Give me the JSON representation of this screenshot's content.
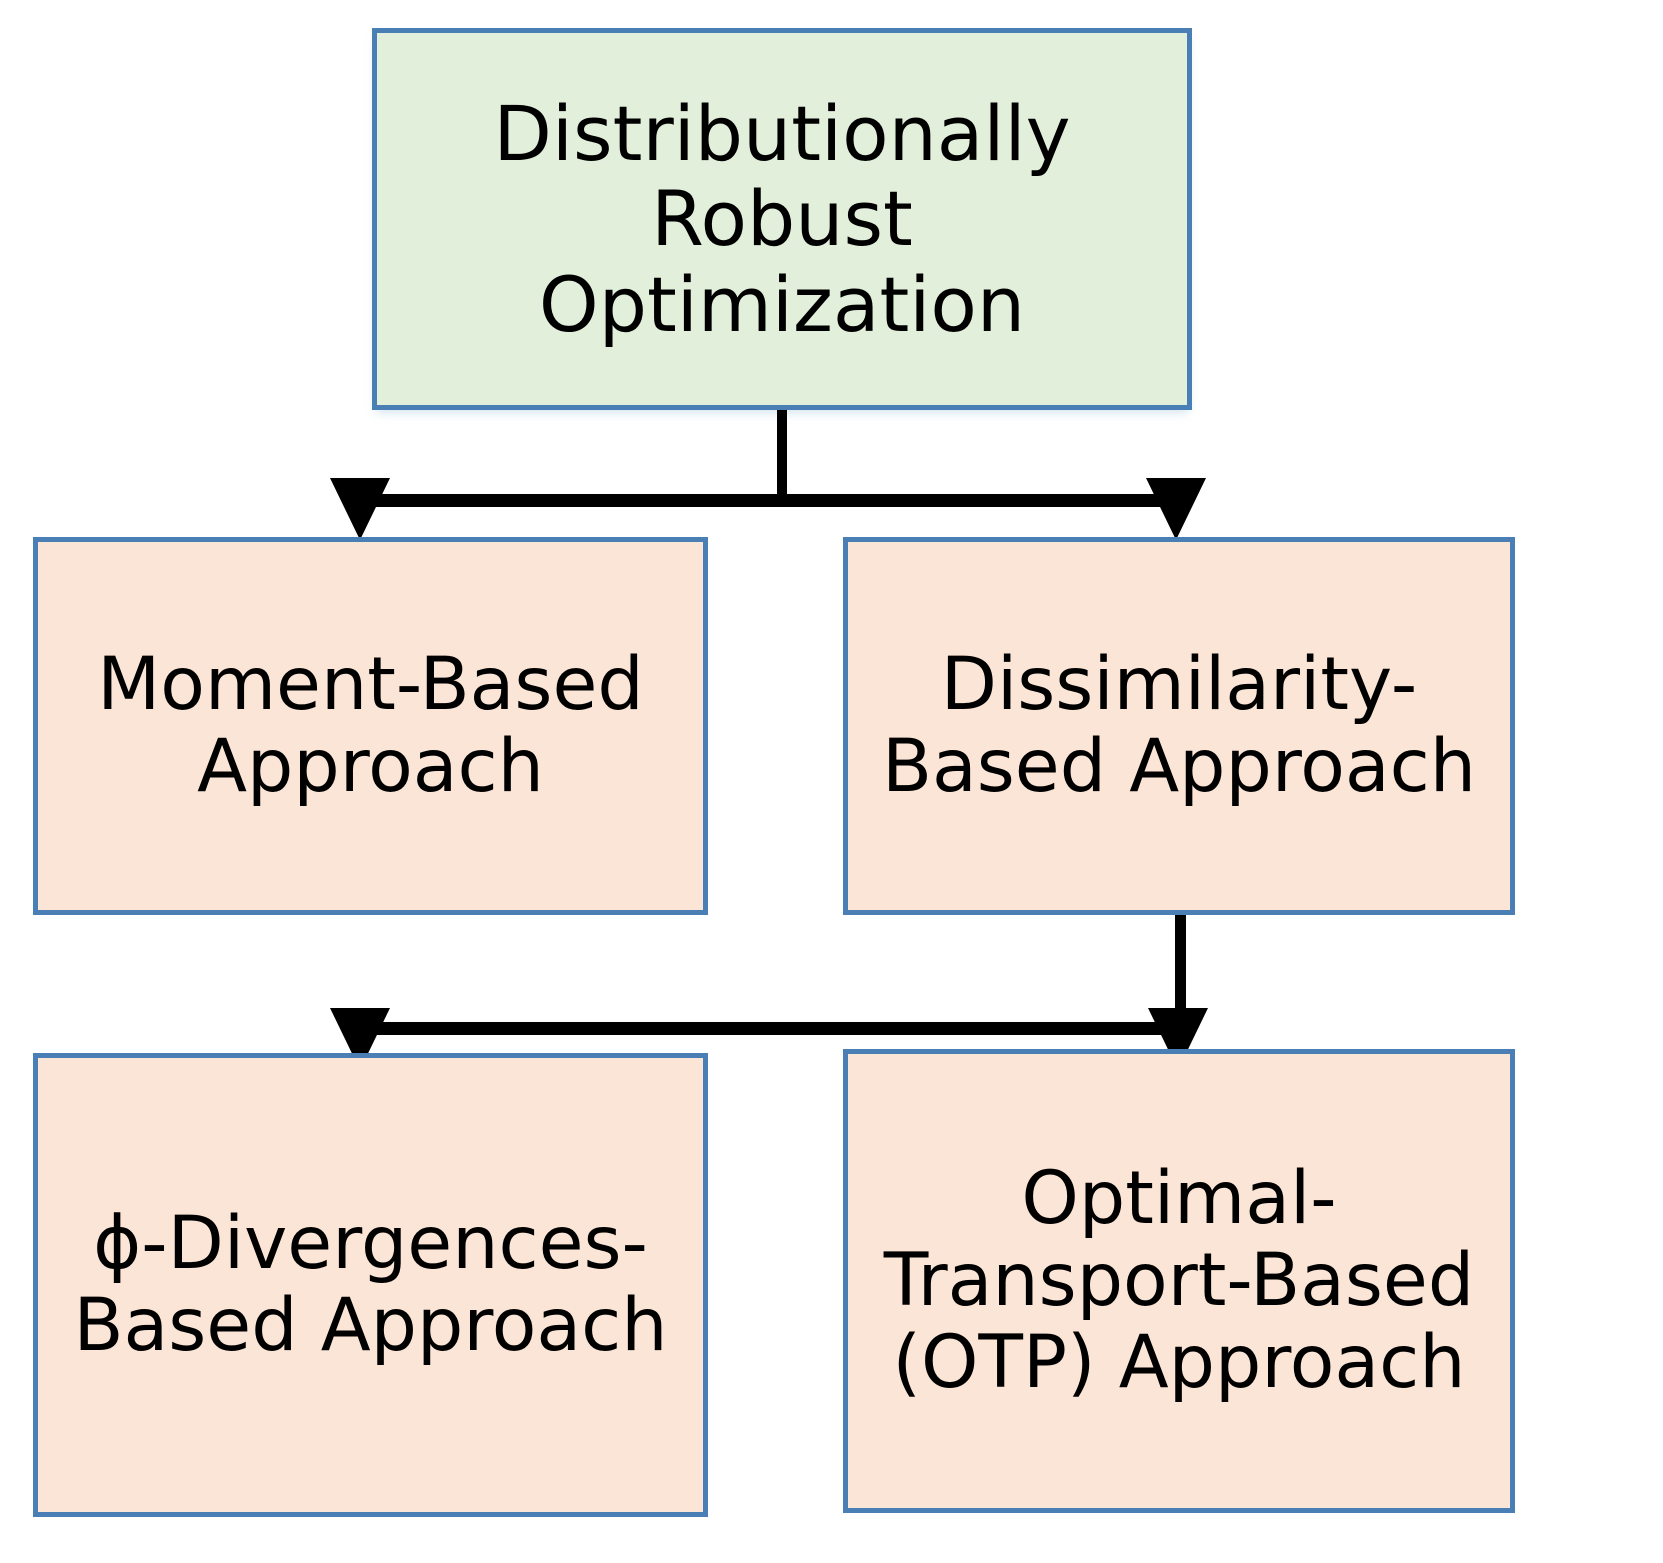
{
  "diagram": {
    "type": "hierarchy-tree",
    "title": "Distributionally Robust Optimization taxonomy",
    "colors": {
      "root_fill": "#e2efda",
      "node_fill": "#fbe5d6",
      "border": "#4a7fb5",
      "connector": "#000000",
      "text": "#000000",
      "background": "#ffffff"
    },
    "nodes": {
      "root": {
        "label": "Distributionally\nRobust\nOptimization",
        "level": 1
      },
      "moment_based": {
        "label": "Moment-Based\nApproach",
        "level": 2
      },
      "dissimilarity_based": {
        "label": "Dissimilarity-\nBased Approach",
        "level": 2
      },
      "phi_divergences": {
        "label": "ϕ-Divergences-\nBased Approach",
        "level": 3
      },
      "optimal_transport": {
        "label": "Optimal-\nTransport-Based\n(OTP) Approach",
        "level": 3
      }
    },
    "edges": [
      {
        "from": "root",
        "to": "moment_based",
        "style": "orthogonal-arrow"
      },
      {
        "from": "root",
        "to": "dissimilarity_based",
        "style": "orthogonal-arrow"
      },
      {
        "from": "dissimilarity_based",
        "to": "phi_divergences",
        "style": "orthogonal-arrow"
      },
      {
        "from": "dissimilarity_based",
        "to": "optimal_transport",
        "style": "orthogonal-arrow"
      }
    ]
  }
}
